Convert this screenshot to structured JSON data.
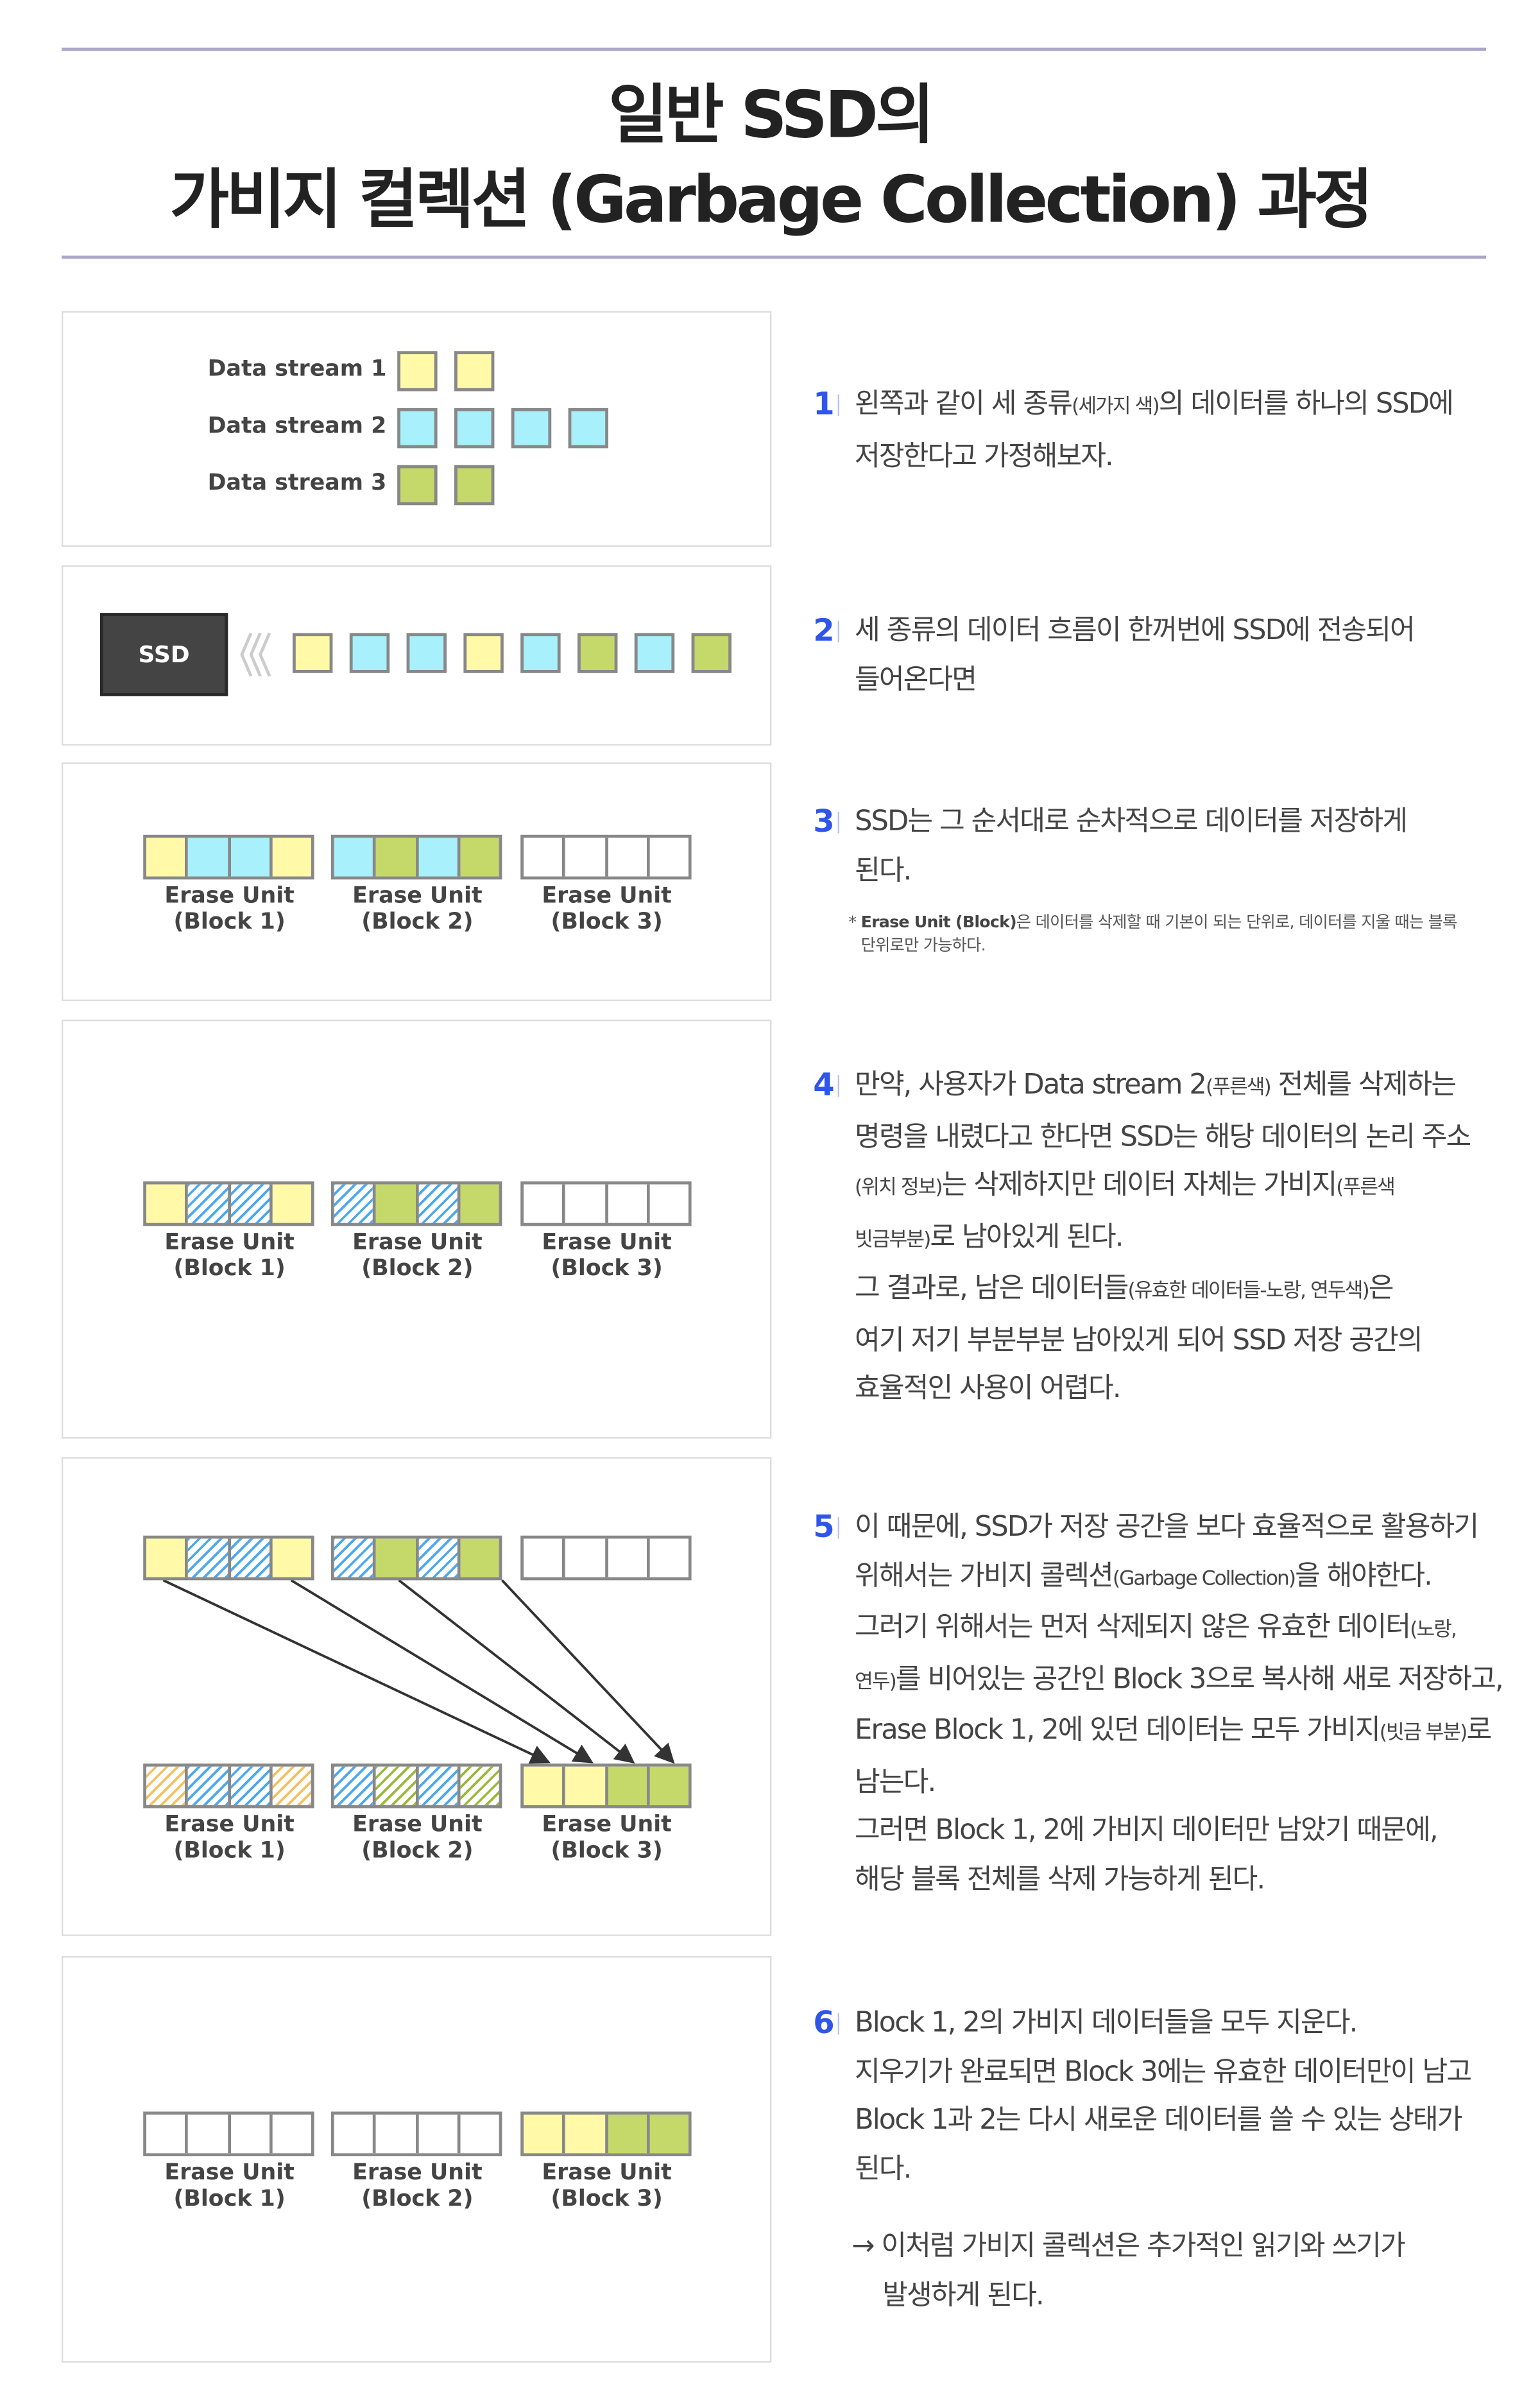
{
  "title": {
    "line1": "일반 SSD의",
    "line2": "가비지 컬렉션 (Garbage Collection) 과정"
  },
  "colors": {
    "yellow": "#fff9a8",
    "blue": "#a8f0fb",
    "green": "#c5d96a",
    "accent": "#2f56e8",
    "ssd": "#444444"
  },
  "panel1": {
    "streams": [
      {
        "label": "Data stream 1",
        "cells": [
          "Y",
          "Y"
        ]
      },
      {
        "label": "Data stream 2",
        "cells": [
          "B",
          "B",
          "B",
          "B"
        ]
      },
      {
        "label": "Data stream 3",
        "cells": [
          "G",
          "G"
        ]
      }
    ]
  },
  "panel2": {
    "ssd_label": "SSD",
    "incoming": [
      "Y",
      "B",
      "B",
      "Y",
      "B",
      "G",
      "B",
      "G"
    ]
  },
  "block_label": {
    "line1": "Erase Unit",
    "blocks": [
      "(Block 1)",
      "(Block 2)",
      "(Block 3)"
    ]
  },
  "panel3": {
    "blocks": [
      [
        "Y",
        "B",
        "B",
        "Y"
      ],
      [
        "B",
        "G",
        "B",
        "G"
      ],
      [
        "E",
        "E",
        "E",
        "E"
      ]
    ]
  },
  "panel4": {
    "blocks": [
      [
        "Y",
        "HB",
        "HB",
        "Y"
      ],
      [
        "HB",
        "G",
        "HB",
        "G"
      ],
      [
        "E",
        "E",
        "E",
        "E"
      ]
    ]
  },
  "panel5": {
    "top": [
      [
        "Y",
        "HB",
        "HB",
        "Y"
      ],
      [
        "HB",
        "G",
        "HB",
        "G"
      ],
      [
        "E",
        "E",
        "E",
        "E"
      ]
    ],
    "bottom": [
      [
        "HO",
        "HB",
        "HB",
        "HO"
      ],
      [
        "HB",
        "HG",
        "HB",
        "HG"
      ],
      [
        "Y",
        "Y",
        "G",
        "G"
      ]
    ]
  },
  "panel6": {
    "blocks": [
      [
        "E",
        "E",
        "E",
        "E"
      ],
      [
        "E",
        "E",
        "E",
        "E"
      ],
      [
        "Y",
        "Y",
        "G",
        "G"
      ]
    ]
  },
  "steps": [
    {
      "num": "1",
      "lines": [
        [
          {
            "t": "왼쪽과 같이 세 종류"
          },
          {
            "t": "(세가지 색)",
            "s": true
          },
          {
            "t": "의 데이터를 하나의 SSD에"
          }
        ],
        [
          {
            "t": "저장한다고 가정해보자."
          }
        ]
      ]
    },
    {
      "num": "2",
      "lines": [
        [
          {
            "t": "세 종류의 데이터 흐름이 한꺼번에 SSD에 전송되어"
          }
        ],
        [
          {
            "t": "들어온다면"
          }
        ]
      ]
    },
    {
      "num": "3",
      "lines": [
        [
          {
            "t": "SSD는 그 순서대로 순차적으로 데이터를 저장하게"
          }
        ],
        [
          {
            "t": "된다."
          }
        ]
      ]
    },
    {
      "num": "4",
      "lines": [
        [
          {
            "t": "만약, 사용자가 Data stream 2"
          },
          {
            "t": "(푸른색)",
            "s": true
          },
          {
            "t": " 전체를 삭제하는"
          }
        ],
        [
          {
            "t": "명령을 내렸다고 한다면 SSD는 해당 데이터의 논리 주소"
          }
        ],
        [
          {
            "t": "(위치 정보)",
            "s": true
          },
          {
            "t": "는 삭제하지만 데이터 자체는 가비지"
          },
          {
            "t": "(푸른색",
            "s": true
          }
        ],
        [
          {
            "t": "빗금부분)",
            "s": true
          },
          {
            "t": "로 남아있게 된다."
          }
        ],
        [
          {
            "t": "그 결과로, 남은 데이터들"
          },
          {
            "t": "(유효한 데이터들-노랑, 연두색)",
            "s": true
          },
          {
            "t": "은"
          }
        ],
        [
          {
            "t": "여기 저기 부분부분 남아있게 되어 SSD 저장 공간의"
          }
        ],
        [
          {
            "t": "효율적인 사용이 어렵다."
          }
        ]
      ]
    },
    {
      "num": "5",
      "lines": [
        [
          {
            "t": "이 때문에, SSD가 저장 공간을 보다 효율적으로 활용하기"
          }
        ],
        [
          {
            "t": "위해서는 가비지 콜렉션"
          },
          {
            "t": "(Garbage Collection)",
            "s": true
          },
          {
            "t": "을 해야한다."
          }
        ],
        [
          {
            "t": "그러기 위해서는 먼저 삭제되지 않은 유효한 데이터"
          },
          {
            "t": "(노랑,",
            "s": true
          }
        ],
        [
          {
            "t": "연두)",
            "s": true
          },
          {
            "t": "를 비어있는 공간인 Block 3으로 복사해 새로 저장하고,"
          }
        ],
        [
          {
            "t": "Erase Block 1, 2에 있던 데이터는 모두 가비지"
          },
          {
            "t": "(빗금 부분)",
            "s": true
          },
          {
            "t": "로"
          }
        ],
        [
          {
            "t": "남는다."
          }
        ],
        [
          {
            "t": "그러면 Block 1, 2에 가비지 데이터만 남았기 때문에,"
          }
        ],
        [
          {
            "t": "해당 블록 전체를 삭제 가능하게 된다."
          }
        ]
      ]
    },
    {
      "num": "6",
      "lines": [
        [
          {
            "t": "Block 1, 2의 가비지 데이터들을 모두 지운다."
          }
        ],
        [
          {
            "t": "지우기가 완료되면 Block 3에는 유효한 데이터만이 남고"
          }
        ],
        [
          {
            "t": "Block 1과 2는 다시 새로운 데이터를 쓸 수 있는 상태가"
          }
        ],
        [
          {
            "t": "된다."
          }
        ]
      ]
    }
  ],
  "note3": {
    "bold": "Erase Unit (Block)",
    "line1": "은 데이터를 삭제할 때 기본이 되는 단위로, 데이터를 지울 때는 블록",
    "line2": "단위로만 가능하다.",
    "prefix": "* "
  },
  "conclusion": {
    "line1": "→ 이처럼 가비지 콜렉션은 추가적인 읽기와 쓰기가",
    "line2": "발생하게 된다."
  }
}
